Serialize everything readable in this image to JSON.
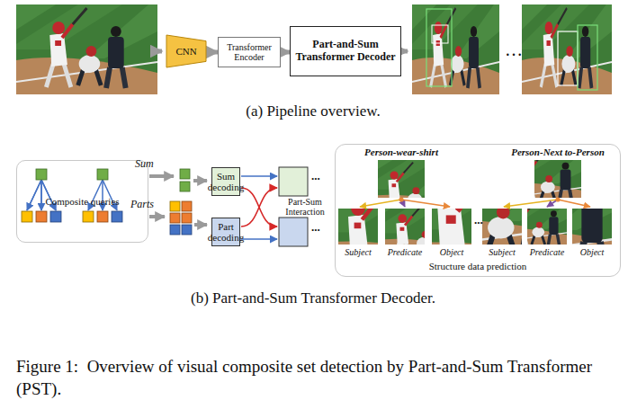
{
  "diagram": {
    "caption": "Figure 1:  Overview of visual composite set detection by Part-and-Sum Transformer (PST).",
    "nodes": [
      {
        "text": [
          "CNN"
        ]
      },
      {
        "text": [
          "Transformer Encoder"
        ]
      },
      {
        "text": [
          "Part-and-Sum Transformer Decoder"
        ]
      },
      {
        "text": [
          "Composite queries"
        ]
      },
      {
        "text": [
          "Sum decoding"
        ]
      },
      {
        "text": [
          "Part decoding"
        ]
      },
      {
        "text": [
          "Structure data prediction"
        ]
      }
    ],
    "edges": [
      {
        "from": 0,
        "to": 1,
        "arrow": "to"
      },
      {
        "from": 1,
        "to": 2,
        "arrow": "to"
      }
    ],
    "labels": [
      "(a) Pipeline overview.",
      "…",
      "Sum",
      "Parts",
      "Part-Sum Interaction",
      "...",
      "...",
      "Person-wear-shirt",
      "Person-Next to-Person",
      "...",
      "Subject",
      "Predicate",
      "Object",
      "Subject",
      "Predicate",
      "Object",
      "(b) Part-and-Sum Transformer Decoder."
    ]
  }
}
